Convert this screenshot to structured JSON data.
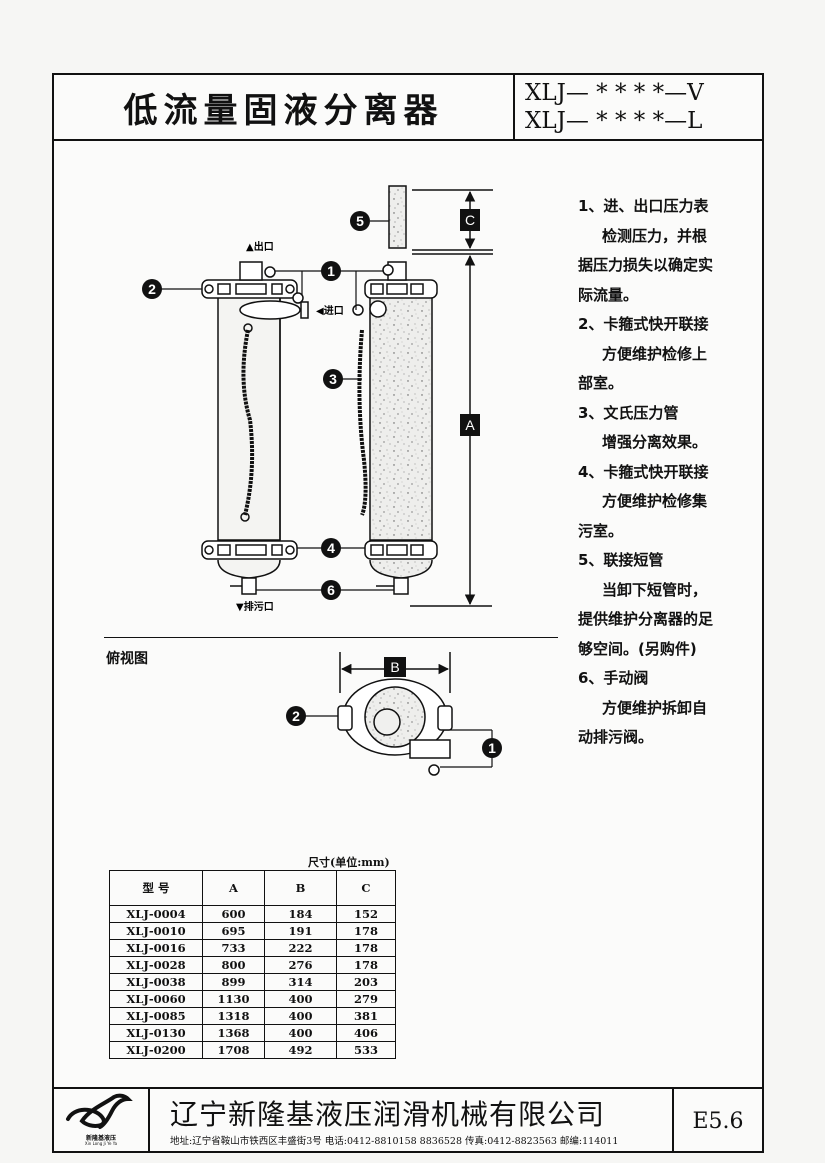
{
  "header": {
    "title": "低流量固液分离器",
    "models": [
      "XLJ— * * * *—V",
      "XLJ— * * * *—L"
    ]
  },
  "diagram": {
    "outlet_label": "▲出口",
    "inlet_label": "◀进口",
    "drain_label": "▼排污口",
    "callouts": [
      "1",
      "2",
      "3",
      "4",
      "5",
      "6"
    ],
    "dimension_labels": {
      "A": "A",
      "B": "B",
      "C": "C"
    },
    "top_view_label": "俯视图"
  },
  "notes": [
    {
      "heading": "1、进、出口压力表",
      "lines": [
        "检测压力，并根",
        "据压力损失以确定实",
        "际流量。"
      ]
    },
    {
      "heading": "2、卡箍式快开联接",
      "lines": [
        "方便维护检修上",
        "部室。"
      ]
    },
    {
      "heading": "3、文氏压力管",
      "lines": [
        "增强分离效果。"
      ]
    },
    {
      "heading": "4、卡箍式快开联接",
      "lines": [
        "方便维护检修集",
        "污室。"
      ]
    },
    {
      "heading": "5、联接短管",
      "lines": [
        "当卸下短管时，",
        "提供维护分离器的足",
        "够空间。(另购件)"
      ]
    },
    {
      "heading": "6、手动阀",
      "lines": [
        "方便维护拆卸自",
        "动排污阀。"
      ]
    }
  ],
  "table": {
    "unit_label": "尺寸(单位:mm)",
    "columns": [
      "型 号",
      "A",
      "B",
      "C"
    ],
    "rows": [
      [
        "XLJ-0004",
        "600",
        "184",
        "152"
      ],
      [
        "XLJ-0010",
        "695",
        "191",
        "178"
      ],
      [
        "XLJ-0016",
        "733",
        "222",
        "178"
      ],
      [
        "XLJ-0028",
        "800",
        "276",
        "178"
      ],
      [
        "XLJ-0038",
        "899",
        "314",
        "203"
      ],
      [
        "XLJ-0060",
        "1130",
        "400",
        "279"
      ],
      [
        "XLJ-0085",
        "1318",
        "400",
        "381"
      ],
      [
        "XLJ-0130",
        "1368",
        "400",
        "406"
      ],
      [
        "XLJ-0200",
        "1708",
        "492",
        "533"
      ]
    ]
  },
  "footer": {
    "logo_name": "新隆基液压",
    "logo_sub": "Xin Long Ji Ye Ya",
    "company": "辽宁新隆基液压润滑机械有限公司",
    "address": "地址:辽宁省鞍山市铁西区丰盛街3号 电话:0412-8810158 8836528 传真:0412-8823563 邮编:114011",
    "code": "E5.6"
  }
}
